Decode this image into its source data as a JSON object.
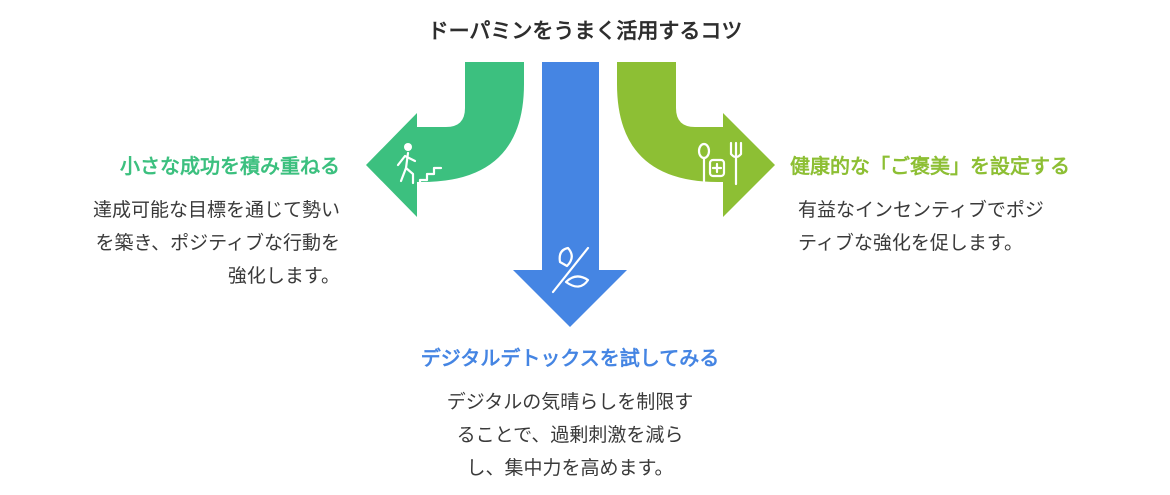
{
  "title": "ドーパミンをうまく活用するコツ",
  "colors": {
    "left": "#3cc07f",
    "center": "#4585e3",
    "right": "#8dbf34",
    "title_text": "#2e2e2e",
    "body_text": "#3a3a3a"
  },
  "branches": {
    "left": {
      "heading": "小さな成功を積み重ねる",
      "lines": [
        "達成可能な目標を通じて勢い",
        "を築き、ポジティブな行動を",
        "強化します。"
      ],
      "icon": "person-climbing-stairs-icon"
    },
    "center": {
      "heading": "デジタルデトックスを試してみる",
      "lines": [
        "デジタルの気晴らしを制限す",
        "ることで、過剰刺激を減ら",
        "し、集中力を高めます。"
      ],
      "icon": "no-digital-icon"
    },
    "right": {
      "heading": "健康的な「ご褒美」を設定する",
      "lines": [
        "有益なインセンティブでポジ",
        "ティブな強化を促します。"
      ],
      "icon": "healthy-meal-icon"
    }
  }
}
